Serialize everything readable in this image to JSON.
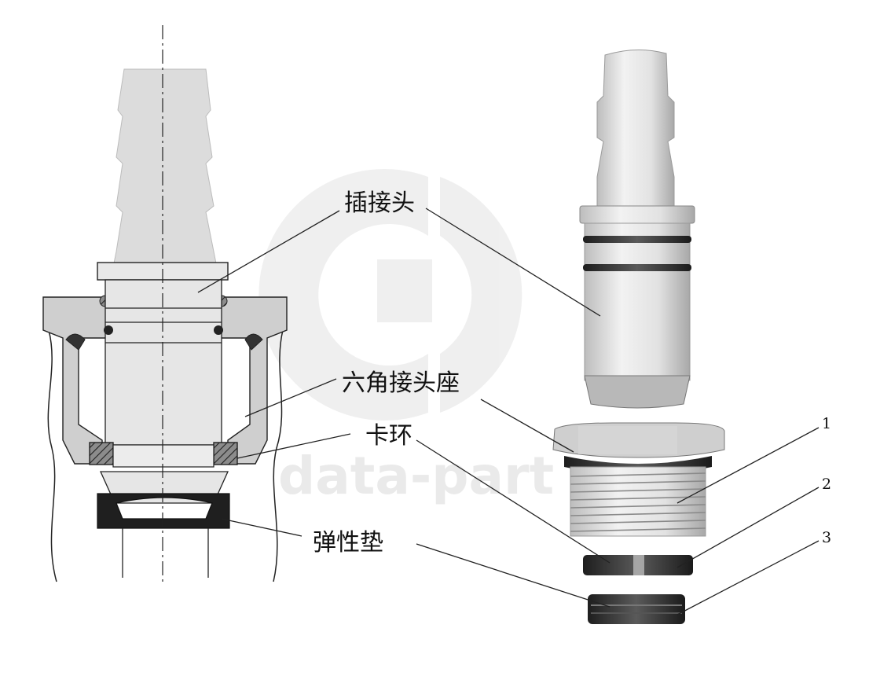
{
  "labels": {
    "plug_connector": "插接头",
    "hex_socket": "六角接头座",
    "snap_ring": "卡环",
    "elastic_pad": "弹性垫"
  },
  "part_numbers": [
    "1",
    "2",
    "3"
  ],
  "watermark": {
    "text": "data-part",
    "color": "#d9d9d9"
  },
  "colors": {
    "line": "#222222",
    "part_light": "#e6e6e6",
    "ring_dark": "#333333"
  }
}
